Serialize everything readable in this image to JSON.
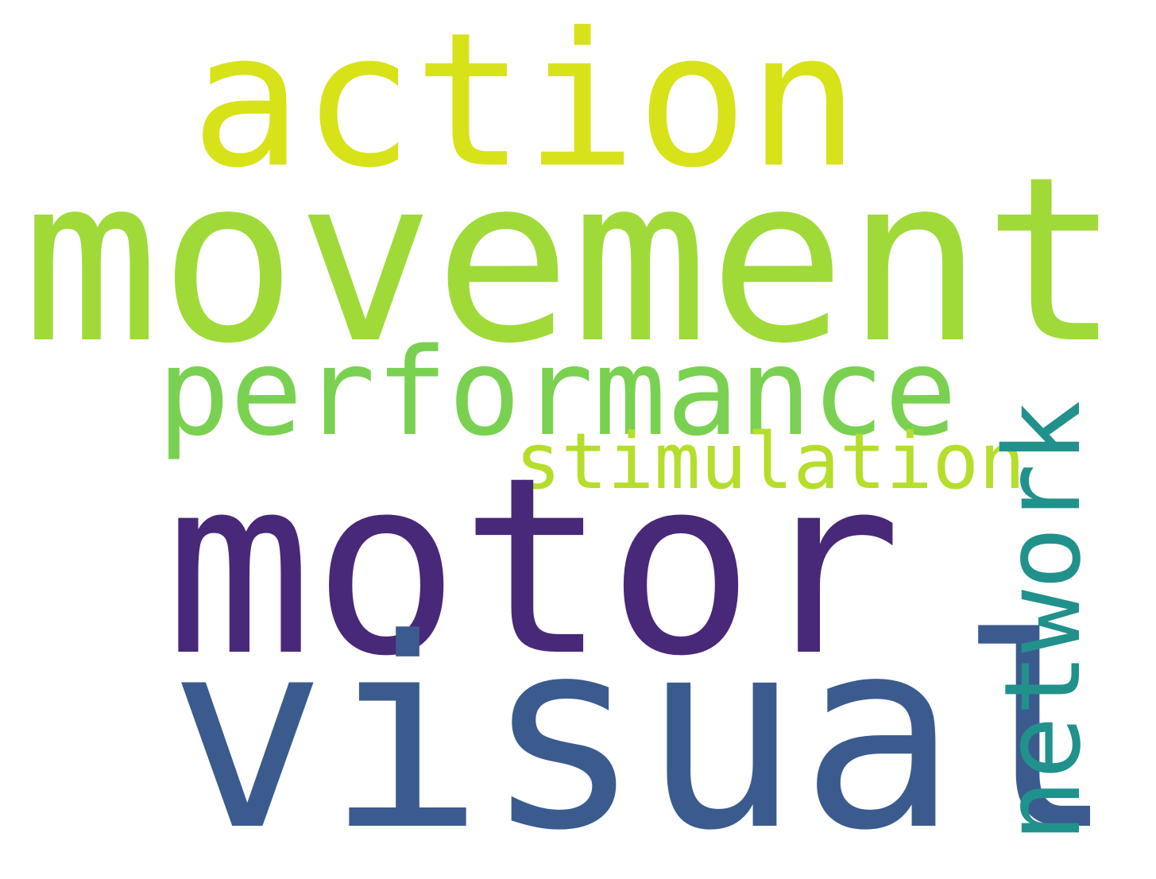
{
  "background_color": "#ffffff",
  "words": {
    "action": {
      "text": "action",
      "color": "#d8e219"
    },
    "movement": {
      "text": "movement",
      "color": "#a0da39"
    },
    "performance": {
      "text": "performance",
      "color": "#7ad151"
    },
    "stimulation": {
      "text": "stimulation",
      "color": "#b5de2b"
    },
    "motor": {
      "text": "motor",
      "color": "#482878"
    },
    "visual": {
      "text": "visual",
      "color": "#3b5b8f"
    },
    "network": {
      "text": "network",
      "color": "#21918c"
    }
  }
}
